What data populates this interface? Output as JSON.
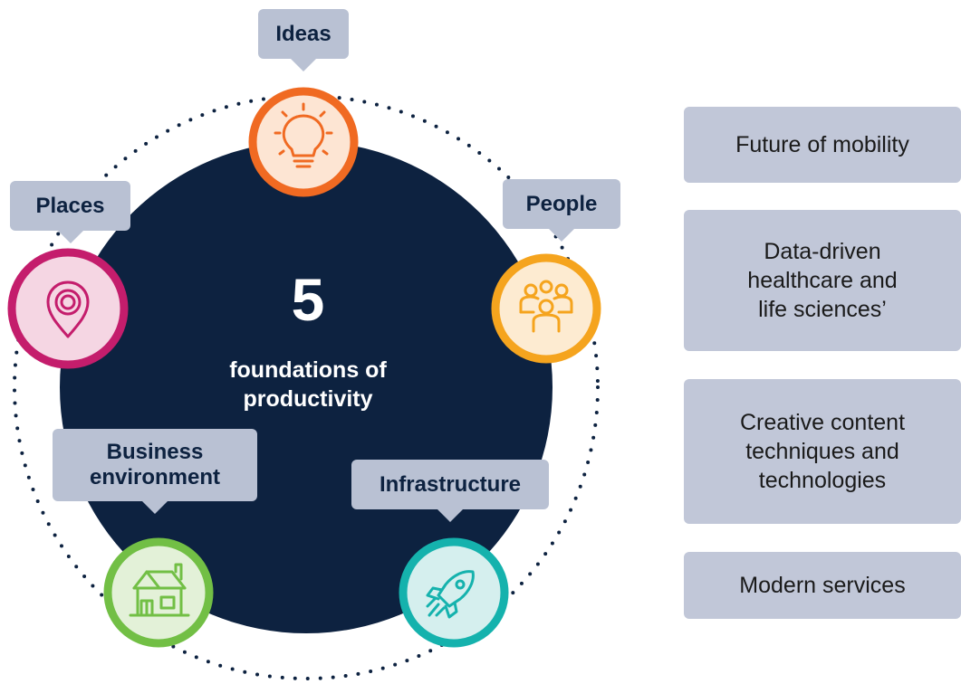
{
  "center": {
    "number": "5",
    "label_line1": "foundations of",
    "label_line2": "productivity",
    "color": "#0d2240"
  },
  "foundations": [
    {
      "label": "Ideas",
      "icon": "lightbulb-icon",
      "color": "#f06a22",
      "fill": "#fde5d3"
    },
    {
      "label": "People",
      "icon": "people-group-icon",
      "color": "#f5a41e",
      "fill": "#fdebd1"
    },
    {
      "label": "Infrastructure",
      "icon": "rocket-icon",
      "color": "#15b2ad",
      "fill": "#d5efee"
    },
    {
      "label_line1": "Business",
      "label_line2": "environment",
      "icon": "house-icon",
      "color": "#72bf45",
      "fill": "#e3f1d8"
    },
    {
      "label": "Places",
      "icon": "location-pin-icon",
      "color": "#c41d6c",
      "fill": "#f5d6e3"
    }
  ],
  "challenges": [
    {
      "lines": [
        "Future of mobility"
      ]
    },
    {
      "lines": [
        "Data-driven",
        "healthcare and",
        "life sciences’"
      ]
    },
    {
      "lines": [
        "Creative content",
        "techniques and",
        "technologies"
      ]
    },
    {
      "lines": [
        "Modern services"
      ]
    }
  ],
  "colors": {
    "callout_bg": "#b9c1d3",
    "side_box_bg": "#c1c7d8",
    "dotted_ring": "#0d2240"
  }
}
